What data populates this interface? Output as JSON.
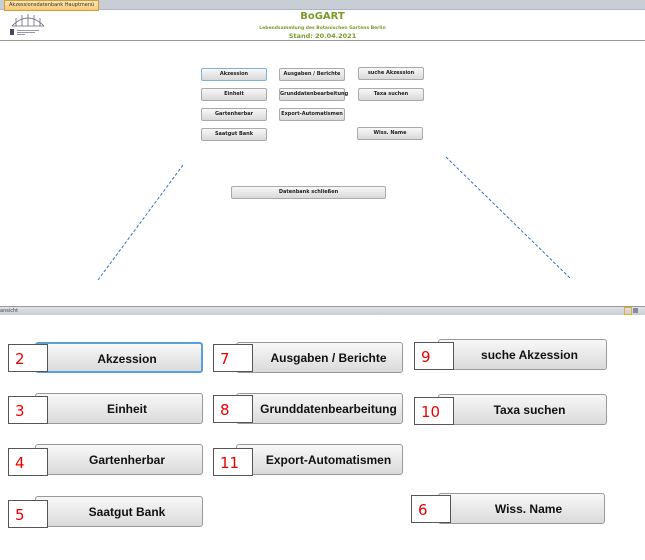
{
  "tab": {
    "label": "Akzessionsdatenbank Hauptmenü"
  },
  "header": {
    "title": "BoGART",
    "subtitle": "Lebendsammlung des Botanischen Gartens Berlin",
    "date": "Stand: 20.04.2021",
    "logo_text": "Botanischer Garten & Botanisches Museum Berlin"
  },
  "buttons": {
    "akzession": "Akzession",
    "ausgaben": "Ausgaben / Berichte",
    "suche": "suche Akzession",
    "einheit": "Einheit",
    "grunddaten": "Grunddatenbearbeitung",
    "taxa": "Taxa suchen",
    "gartenherbar": "Gartenherbar",
    "export": "Export-Automatismen",
    "saatgut": "Saatgut Bank",
    "wiss": "Wiss. Name",
    "schliessen": "Datenbank schließen"
  },
  "status": {
    "text": "ansicht"
  },
  "callouts": {
    "akzession": "2",
    "einheit": "3",
    "gartenherbar": "4",
    "saatgut": "5",
    "wiss": "6",
    "ausgaben": "7",
    "grunddaten": "8",
    "suche": "9",
    "taxa": "10",
    "export": "11"
  }
}
